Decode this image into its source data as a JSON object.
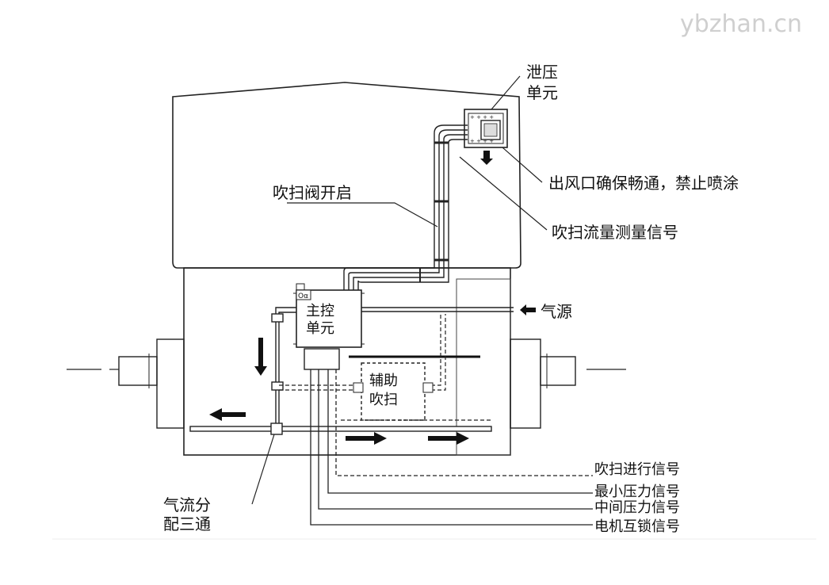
{
  "watermark": "ybzhan.cn",
  "labels": {
    "relief_unit": [
      "泄压",
      "单元"
    ],
    "outlet_note": "出风口确保畅通，禁止喷涂",
    "purge_valve_open": "吹扫阀开启",
    "purge_flow_signal": "吹扫流量测量信号",
    "main_control_unit": [
      "主控",
      "单元"
    ],
    "air_source": "气源",
    "aux_purge": [
      "辅助",
      "吹扫"
    ],
    "tee": [
      "气流分",
      "配三通"
    ],
    "signals": [
      "吹扫进行信号",
      "最小压力信号",
      "中间压力信号",
      "电机互锁信号"
    ],
    "badge": "Oα"
  }
}
